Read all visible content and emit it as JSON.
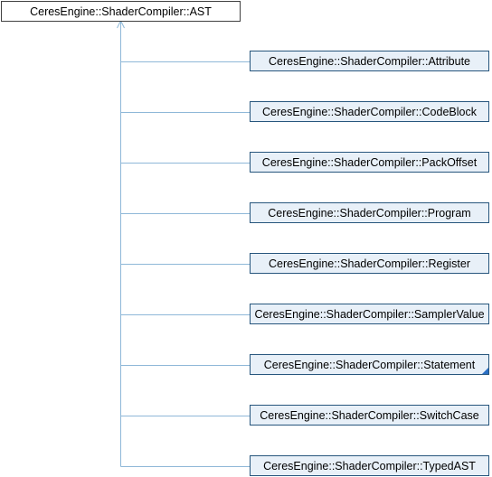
{
  "base_class": {
    "label": "CeresEngine::ShaderCompiler::AST"
  },
  "derived_classes": [
    {
      "label": "CeresEngine::ShaderCompiler::Attribute",
      "has_more": false
    },
    {
      "label": "CeresEngine::ShaderCompiler::CodeBlock",
      "has_more": false
    },
    {
      "label": "CeresEngine::ShaderCompiler::PackOffset",
      "has_more": false
    },
    {
      "label": "CeresEngine::ShaderCompiler::Program",
      "has_more": false
    },
    {
      "label": "CeresEngine::ShaderCompiler::Register",
      "has_more": false
    },
    {
      "label": "CeresEngine::ShaderCompiler::SamplerValue",
      "has_more": false
    },
    {
      "label": "CeresEngine::ShaderCompiler::Statement",
      "has_more": true
    },
    {
      "label": "CeresEngine::ShaderCompiler::SwitchCase",
      "has_more": false
    },
    {
      "label": "CeresEngine::ShaderCompiler::TypedAST",
      "has_more": false
    }
  ],
  "colors": {
    "connector": "#8fb8d8",
    "child_border": "#27567d",
    "child_fill": "#e8f0f8",
    "root_border": "#404040",
    "more_marker": "#2a6fc4"
  }
}
